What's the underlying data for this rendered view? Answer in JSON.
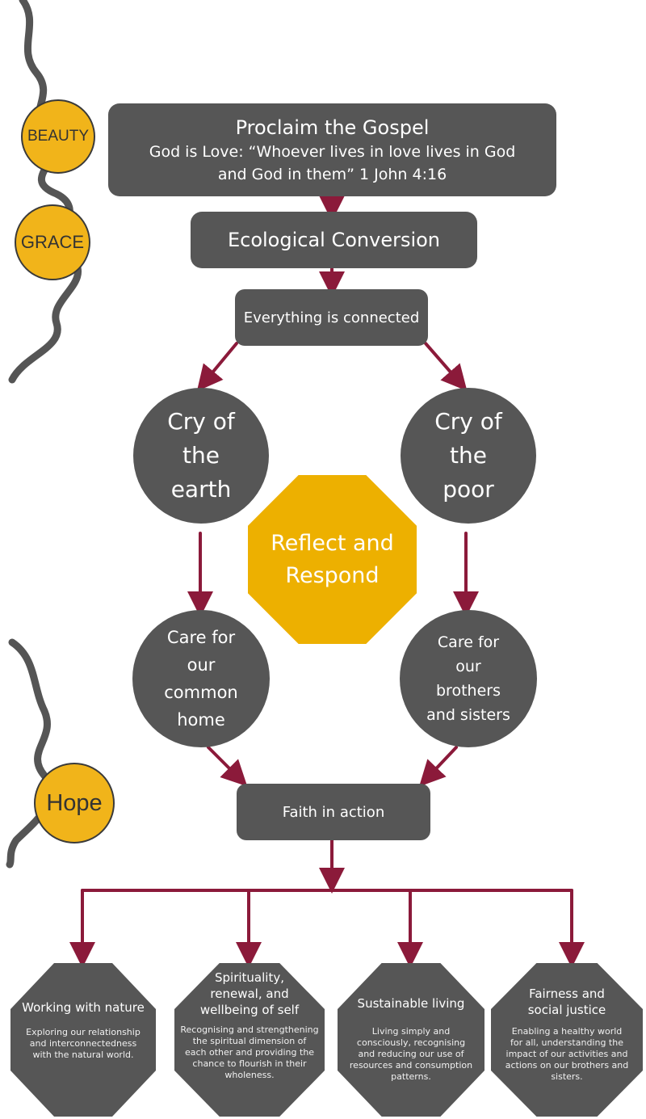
{
  "colors": {
    "box": "#565656",
    "arrow": "#8B1A3A",
    "accent": "#F1B41A",
    "vine": "#555555"
  },
  "badges": {
    "beauty": "BEAUTY",
    "grace": "GRACE",
    "hope": "Hope"
  },
  "top_box": {
    "title": "Proclaim the Gospel",
    "line1": "God is Love: “Whoever lives in love lives in God",
    "line2": "and God in them” 1 John 4:16"
  },
  "conversion": "Ecological Conversion",
  "connected": "Everything is connected",
  "cry_earth": [
    "Cry of",
    "the",
    "earth"
  ],
  "cry_poor": [
    "Cry of",
    "the",
    "poor"
  ],
  "reflect": [
    "Reflect and",
    "Respond"
  ],
  "care_home": [
    "Care for",
    "our",
    "common",
    "home"
  ],
  "care_brothers": [
    "Care for",
    "our",
    "brothers",
    "and sisters"
  ],
  "faith": "Faith in action",
  "pillars": [
    {
      "title": [
        "Working with nature"
      ],
      "desc": [
        "Exploring our relationship",
        "and interconnectedness",
        "with the natural world."
      ]
    },
    {
      "title": [
        "Spirituality,",
        "renewal, and",
        "wellbeing of self"
      ],
      "desc": [
        "Recognising and strengthening",
        "the spiritual dimension of",
        "each other and providing the",
        "chance to flourish in their",
        "wholeness."
      ]
    },
    {
      "title": [
        "Sustainable living"
      ],
      "desc": [
        "Living simply and",
        "consciously, recognising",
        "and reducing our use of",
        "resources and consumption",
        "patterns."
      ]
    },
    {
      "title": [
        "Fairness and",
        "social justice"
      ],
      "desc": [
        "Enabling a healthy world",
        "for all, understanding the",
        "impact of our activities and",
        "actions on our brothers and",
        "sisters."
      ]
    }
  ]
}
